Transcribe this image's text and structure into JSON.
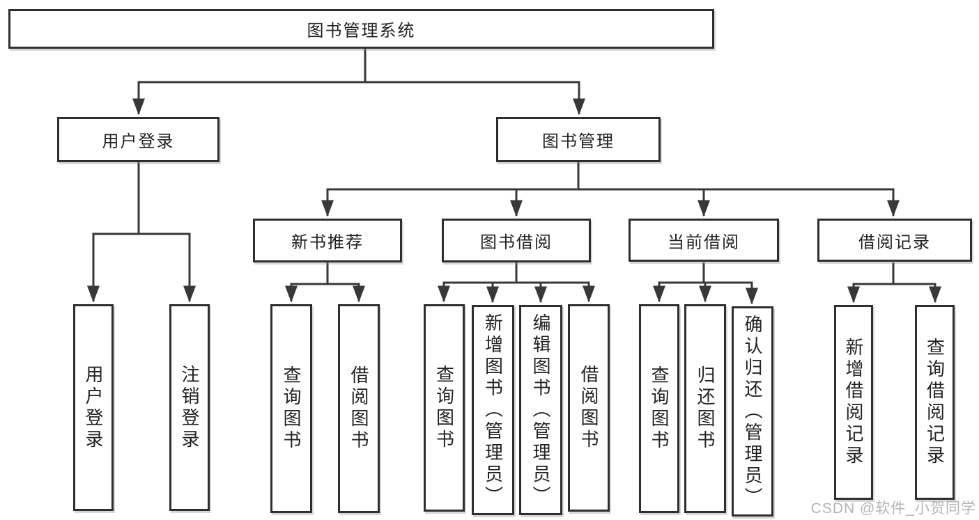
{
  "diagram": {
    "type": "hierarchy-tree",
    "nodes": {
      "root": "图书管理系统",
      "user_login": "用户登录",
      "book_mgmt": "图书管理",
      "new_book_rec": "新书推荐",
      "book_borrow": "图书借阅",
      "current_borrow": "当前借阅",
      "borrow_record": "借阅记录",
      "login": "用户登录",
      "logout": "注销登录",
      "rec_query_book": "查询图书",
      "rec_borrow_book": "借阅图书",
      "bb_query_book": "查询图书",
      "bb_add_book": "新增图书（管理员）",
      "bb_edit_book": "编辑图书（管理员）",
      "bb_borrow_book": "借阅图书",
      "cb_query_book": "查询图书",
      "cb_return_book": "归还图书",
      "cb_confirm_return": "确认归还（管理员）",
      "br_add_record": "新增借阅记录",
      "br_query_record": "查询借阅记录"
    },
    "edges": [
      [
        "root",
        "user_login"
      ],
      [
        "root",
        "book_mgmt"
      ],
      [
        "user_login",
        "login"
      ],
      [
        "user_login",
        "logout"
      ],
      [
        "book_mgmt",
        "new_book_rec"
      ],
      [
        "book_mgmt",
        "book_borrow"
      ],
      [
        "book_mgmt",
        "current_borrow"
      ],
      [
        "book_mgmt",
        "borrow_record"
      ],
      [
        "new_book_rec",
        "rec_query_book"
      ],
      [
        "new_book_rec",
        "rec_borrow_book"
      ],
      [
        "book_borrow",
        "bb_query_book"
      ],
      [
        "book_borrow",
        "bb_add_book"
      ],
      [
        "book_borrow",
        "bb_edit_book"
      ],
      [
        "book_borrow",
        "bb_borrow_book"
      ],
      [
        "current_borrow",
        "cb_query_book"
      ],
      [
        "current_borrow",
        "cb_return_book"
      ],
      [
        "current_borrow",
        "cb_confirm_return"
      ],
      [
        "borrow_record",
        "br_add_record"
      ],
      [
        "borrow_record",
        "br_query_record"
      ]
    ]
  },
  "watermark": "CSDN @软件_小贺同学",
  "colors": {
    "line": "#383838",
    "border": "#2e2e2e",
    "text": "#222222",
    "watermark_text": "#b4b4b4",
    "background": "#ffffff"
  }
}
